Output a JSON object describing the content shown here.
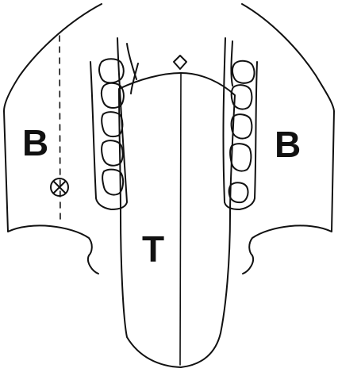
{
  "labels": {
    "left_region": "B",
    "right_region": "B",
    "tongue": "T"
  },
  "colors": {
    "stroke": "#111111",
    "background": "#ffffff"
  },
  "icons": {
    "marker": "circled-x-icon",
    "apex": "diamond-icon"
  }
}
